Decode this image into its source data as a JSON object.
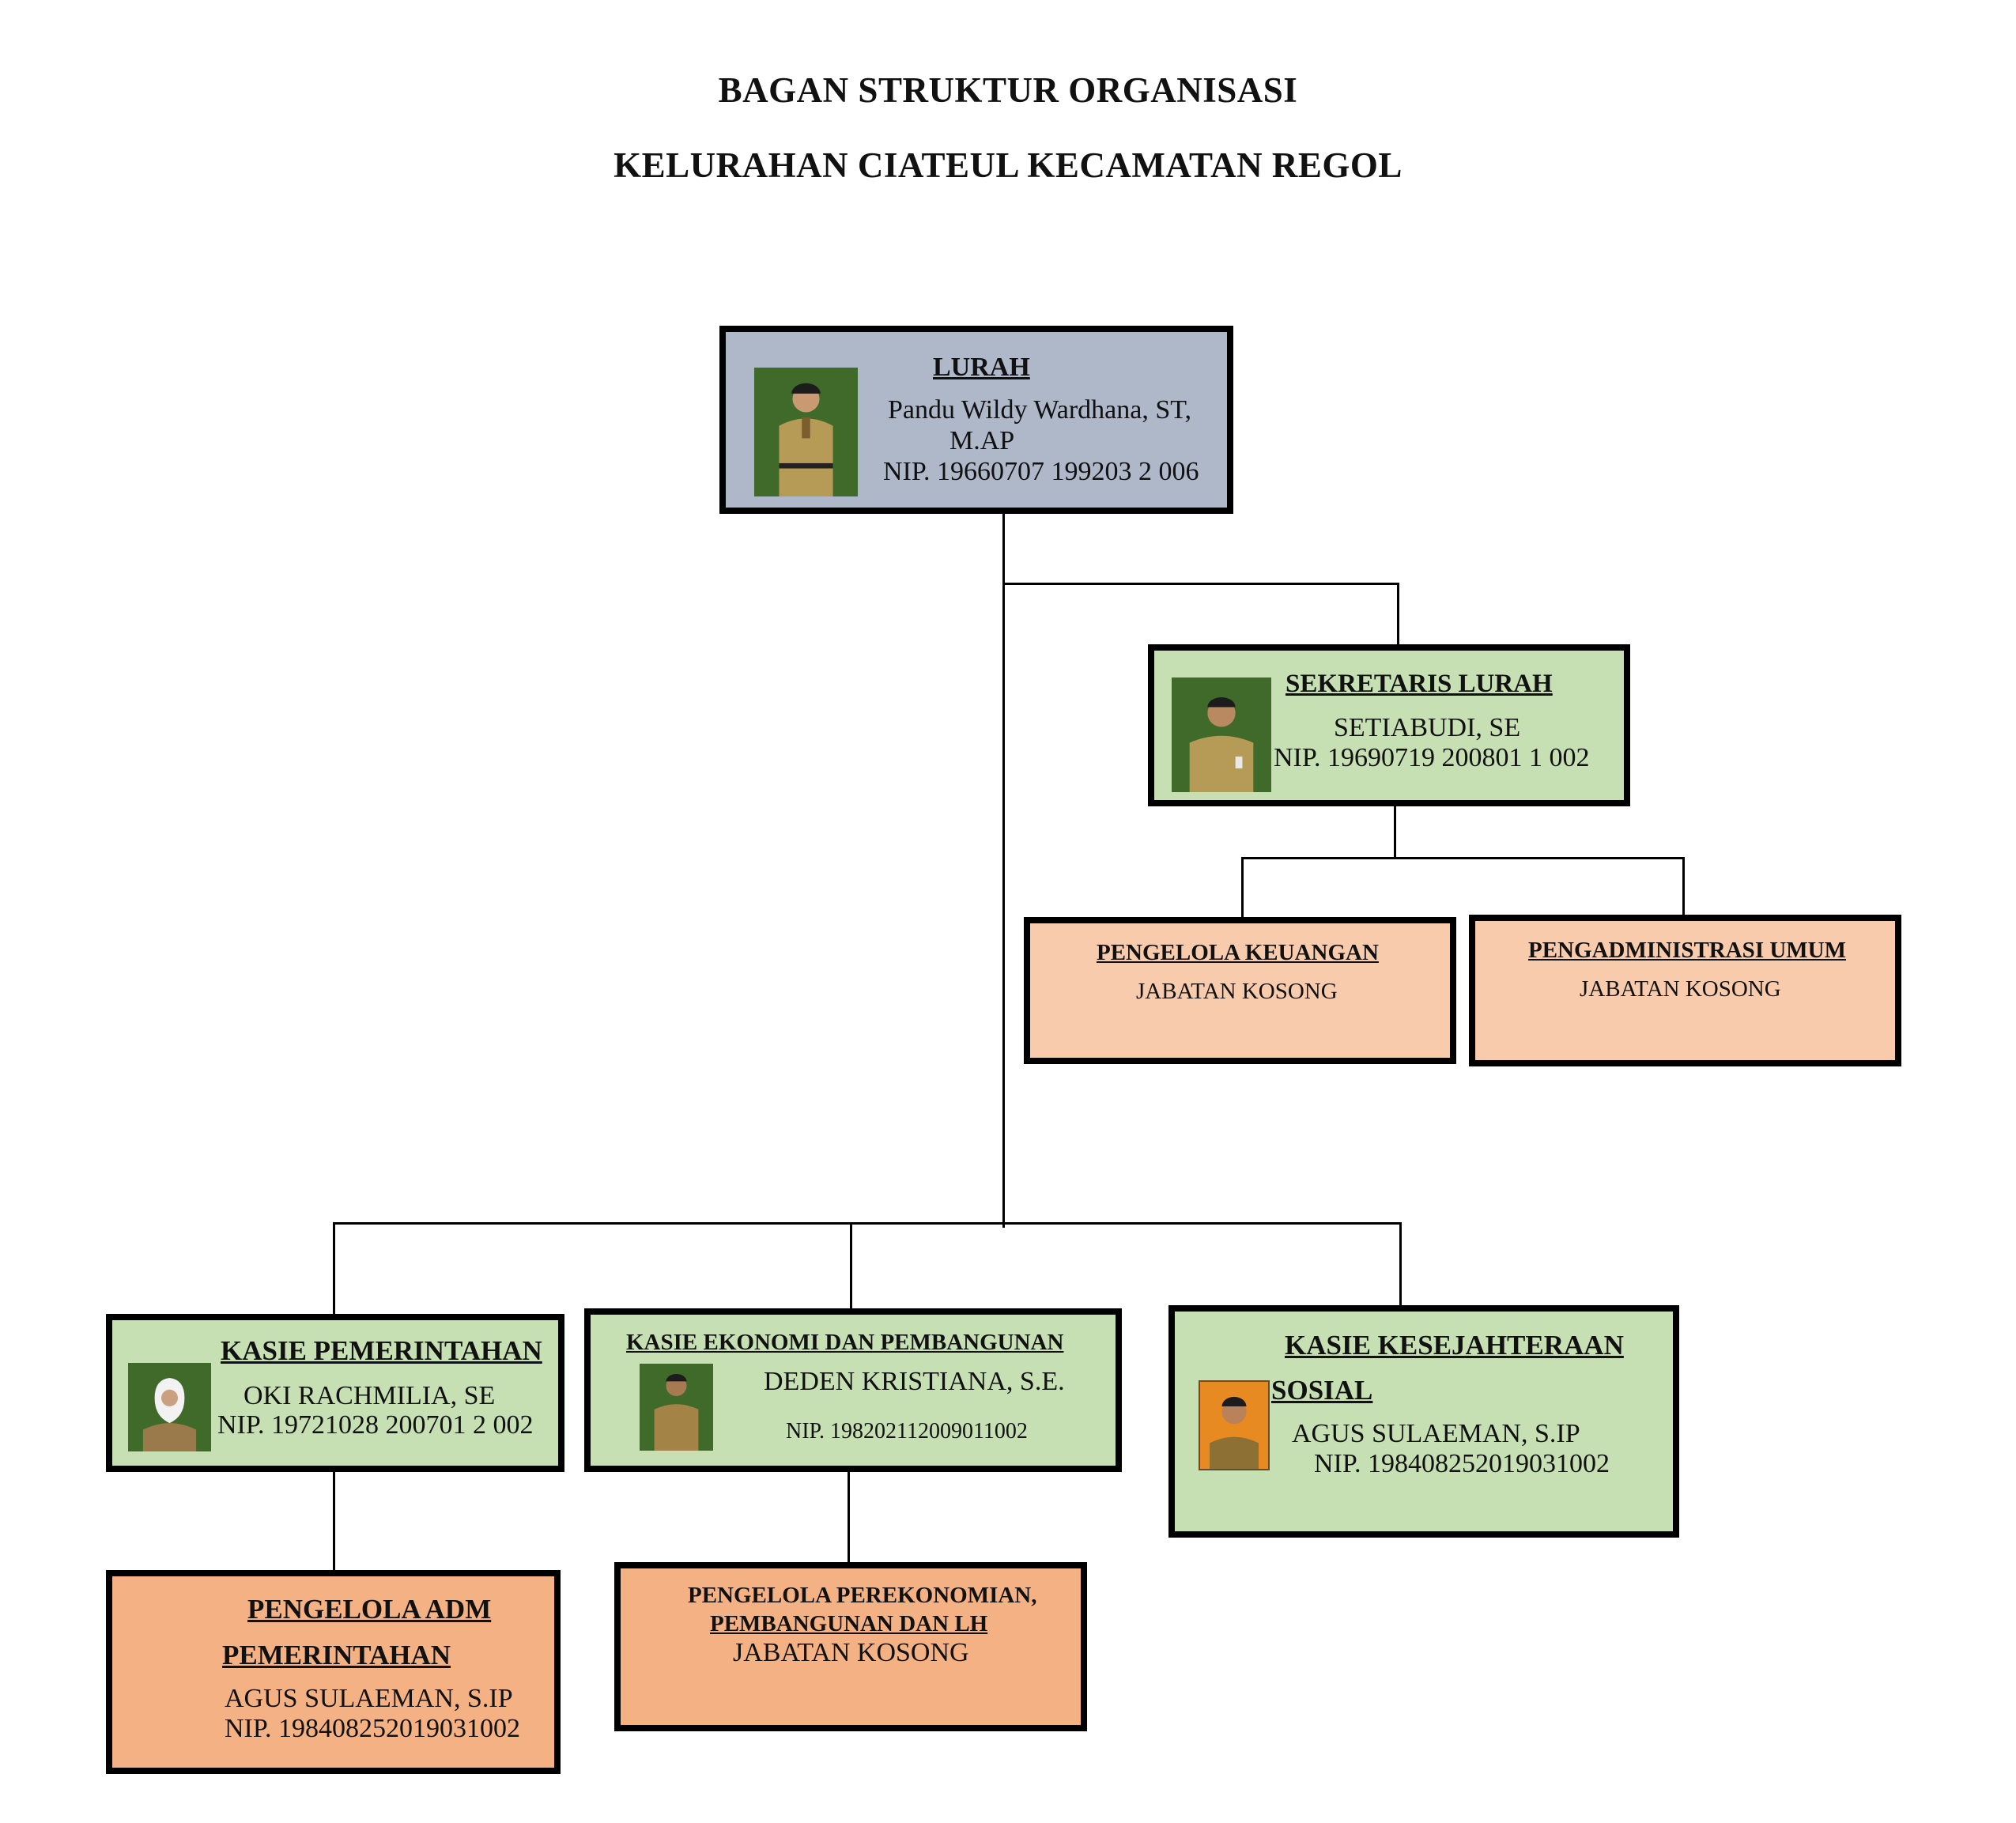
{
  "title_line1": "BAGAN STRUKTUR ORGANISASI",
  "title_line2": "KELURAHAN CIATEUL KECAMATAN REGOL",
  "colors": {
    "lurah_fill": "#aeb8c9",
    "sekretaris_kasie_fill": "#c6e0b4",
    "pengelola_top_fill": "#f8cbad",
    "pengelola_bottom_fill": "#f4b183",
    "photo_background": "#3f6a2a",
    "border": "#000000"
  },
  "lurah": {
    "title": "LURAH",
    "name_line1": "Pandu Wildy Wardhana, ST,",
    "name_line2": "M.AP",
    "nip": "NIP. 19660707 199203 2 006",
    "photo_icon": "person-photo-icon"
  },
  "sekretaris": {
    "title": "SEKRETARIS LURAH",
    "name": "SETIABUDI, SE",
    "nip": "NIP. 19690719 200801 1 002",
    "photo_icon": "person-photo-icon"
  },
  "pengelola_keuangan": {
    "title": "PENGELOLA KEUANGAN",
    "status": "JABATAN KOSONG"
  },
  "pengadministrasi_umum": {
    "title": "PENGADMINISTRASI UMUM",
    "status": "JABATAN KOSONG"
  },
  "kasie_pemerintahan": {
    "title": "KASIE PEMERINTAHAN",
    "name": "OKI RACHMILIA, SE",
    "nip": "NIP. 19721028 200701 2 002",
    "photo_icon": "person-photo-icon"
  },
  "kasie_ekonomi": {
    "title": "KASIE EKONOMI DAN  PEMBANGUNAN",
    "name": "DEDEN KRISTIANA, S.E.",
    "nip": "NIP. 198202112009011002",
    "photo_icon": "person-photo-icon"
  },
  "kasie_kesejahteraan": {
    "title_line1": "KASIE  KESEJAHTERAAN",
    "title_line2": "SOSIAL",
    "name": "AGUS SULAEMAN, S.IP",
    "nip": "NIP. 198408252019031002",
    "photo_icon": "person-photo-icon"
  },
  "pengelola_adm": {
    "title_line1": "PENGELOLA ADM",
    "title_line2": "PEMERINTAHAN",
    "name": "AGUS SULAEMAN, S.IP",
    "nip": "NIP. 198408252019031002"
  },
  "pengelola_perekonomian": {
    "title_line1": "PENGELOLA PEREKONOMIAN,",
    "title_line2": "PEMBANGUNAN DAN LH",
    "status": "JABATAN KOSONG"
  }
}
